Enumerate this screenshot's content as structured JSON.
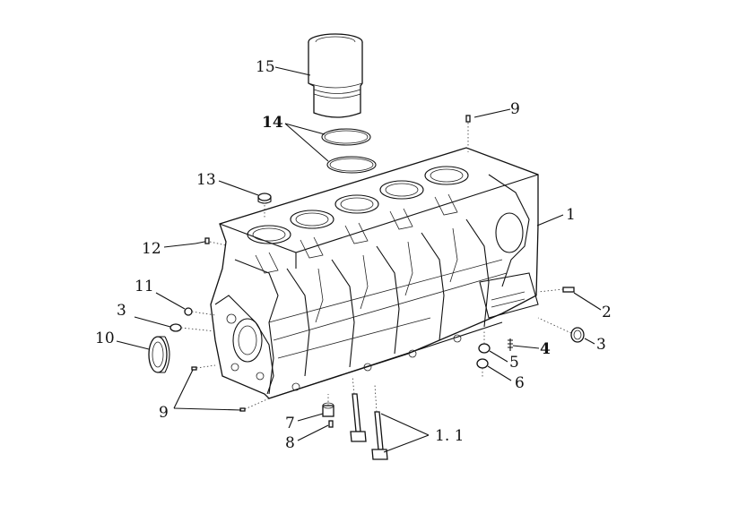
{
  "labels": {
    "l15": "15",
    "l14": "14",
    "l9a": "9",
    "l13": "13",
    "l1": "1",
    "l12": "12",
    "l11": "11",
    "l2": "2",
    "l3a": "3",
    "l3b": "3",
    "l10": "10",
    "l4": "4",
    "l5": "5",
    "l6": "6",
    "l9b": "9",
    "l7": "7",
    "l8": "8",
    "l11b": "1. 1"
  }
}
